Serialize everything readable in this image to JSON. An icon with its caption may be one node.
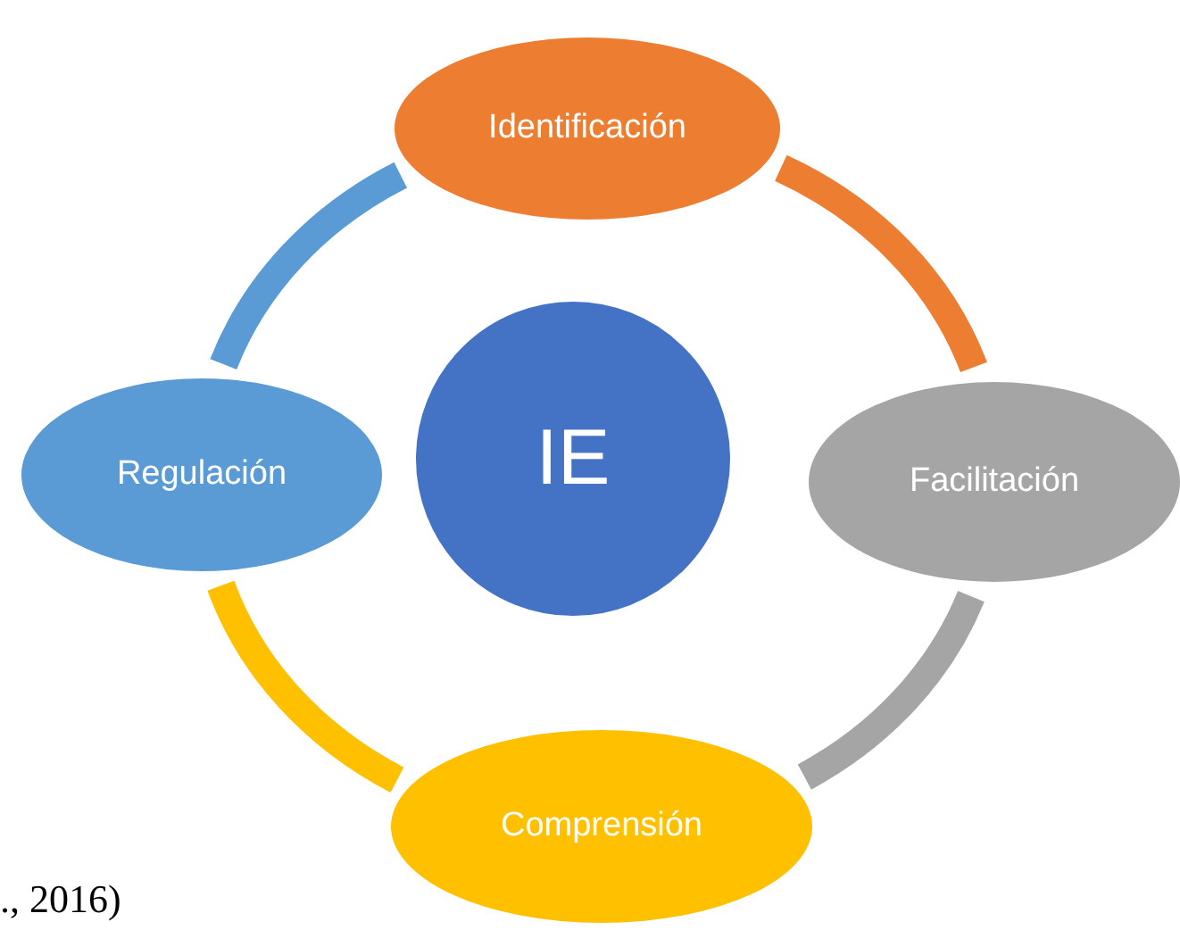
{
  "diagram": {
    "nodes": [
      {
        "text": [
          "Identificación"
        ]
      },
      {
        "text": [
          "Regulación"
        ]
      },
      {
        "text": [
          "IE"
        ]
      },
      {
        "text": [
          "Facilitación"
        ]
      },
      {
        "text": [
          "Comprensión"
        ]
      }
    ],
    "edges": [
      {
        "from": 0,
        "to": 3,
        "arrow": "none",
        "color": "#ed7d31"
      },
      {
        "from": 3,
        "to": 4,
        "arrow": "none",
        "color": "#a5a5a5"
      },
      {
        "from": 4,
        "to": 1,
        "arrow": "none",
        "color": "#ffc000"
      },
      {
        "from": 1,
        "to": 0,
        "arrow": "none",
        "color": "#5b9bd5"
      }
    ],
    "labels": [
      "., 2016)"
    ]
  }
}
